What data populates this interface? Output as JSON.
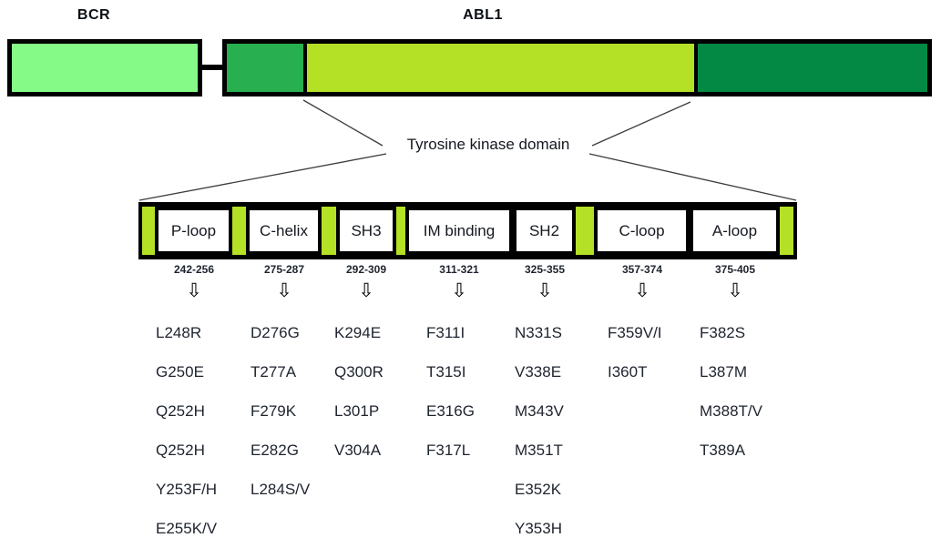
{
  "genes": {
    "bcr": {
      "label": "BCR"
    },
    "abl1": {
      "label": "ABL1"
    }
  },
  "kinase_domain_label": "Tyrosine kinase domain",
  "icons": {
    "down_arrow": "⇩"
  },
  "colors": {
    "bcr_fill": "#85fa87",
    "abl1_nterm_fill": "#28af4f",
    "abl1_kinase_fill": "#b4e025",
    "abl1_cterm_fill": "#048945",
    "detail_strip_fill": "#b4e025",
    "outline": "#000000",
    "text": "#1e242e"
  },
  "domains": [
    {
      "name": "P-loop",
      "range": "242-256",
      "mutations": [
        "L248R",
        "G250E",
        "Q252H",
        "Q252H",
        "Y253F/H",
        "E255K/V"
      ]
    },
    {
      "name": "C-helix",
      "range": "275-287",
      "mutations": [
        "D276G",
        "T277A",
        "F279K",
        "E282G",
        "L284S/V"
      ]
    },
    {
      "name": "SH3",
      "range": "292-309",
      "mutations": [
        "K294E",
        "Q300R",
        "L301P",
        "V304A"
      ]
    },
    {
      "name": "IM binding",
      "range": "311-321",
      "mutations": [
        "F311I",
        "T315I",
        "E316G",
        "F317L"
      ]
    },
    {
      "name": "SH2",
      "range": "325-355",
      "mutations": [
        "N331S",
        "V338E",
        "M343V",
        "M351T",
        "E352K",
        "Y353H"
      ]
    },
    {
      "name": "C-loop",
      "range": "357-374",
      "mutations": [
        "F359V/I",
        "I360T"
      ]
    },
    {
      "name": "A-loop",
      "range": "375-405",
      "mutations": [
        "F382S",
        "L387M",
        "M388T/V",
        "T389A"
      ]
    }
  ]
}
